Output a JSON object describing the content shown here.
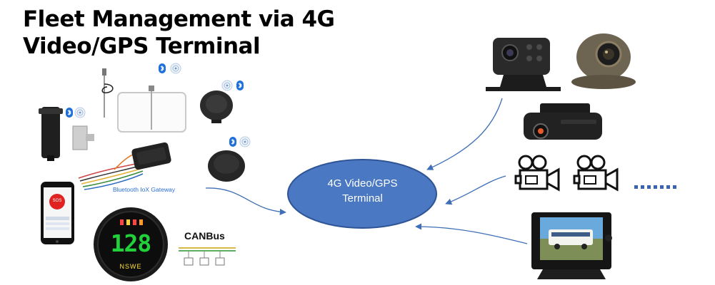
{
  "title": {
    "line1": "Fleet Management via 4G",
    "line2": "Video/GPS Terminal"
  },
  "center": {
    "line1": "4G Video/GPS",
    "line2": "Terminal",
    "fill_color": "#4a78c2"
  },
  "labels": {
    "gateway": "Bluetooth IoX Gateway",
    "canbus": "CANBus",
    "speed": "128",
    "compass": "NSWE",
    "sos": "SOS"
  },
  "colors": {
    "arrow": "#3f6fb5",
    "dots": "#3a63b0",
    "bluetooth": "#1e6fd9"
  },
  "icons": [
    "bluetooth-icon",
    "wifi-signal-icon",
    "video-camera-icon",
    "ellipsis-icon"
  ]
}
